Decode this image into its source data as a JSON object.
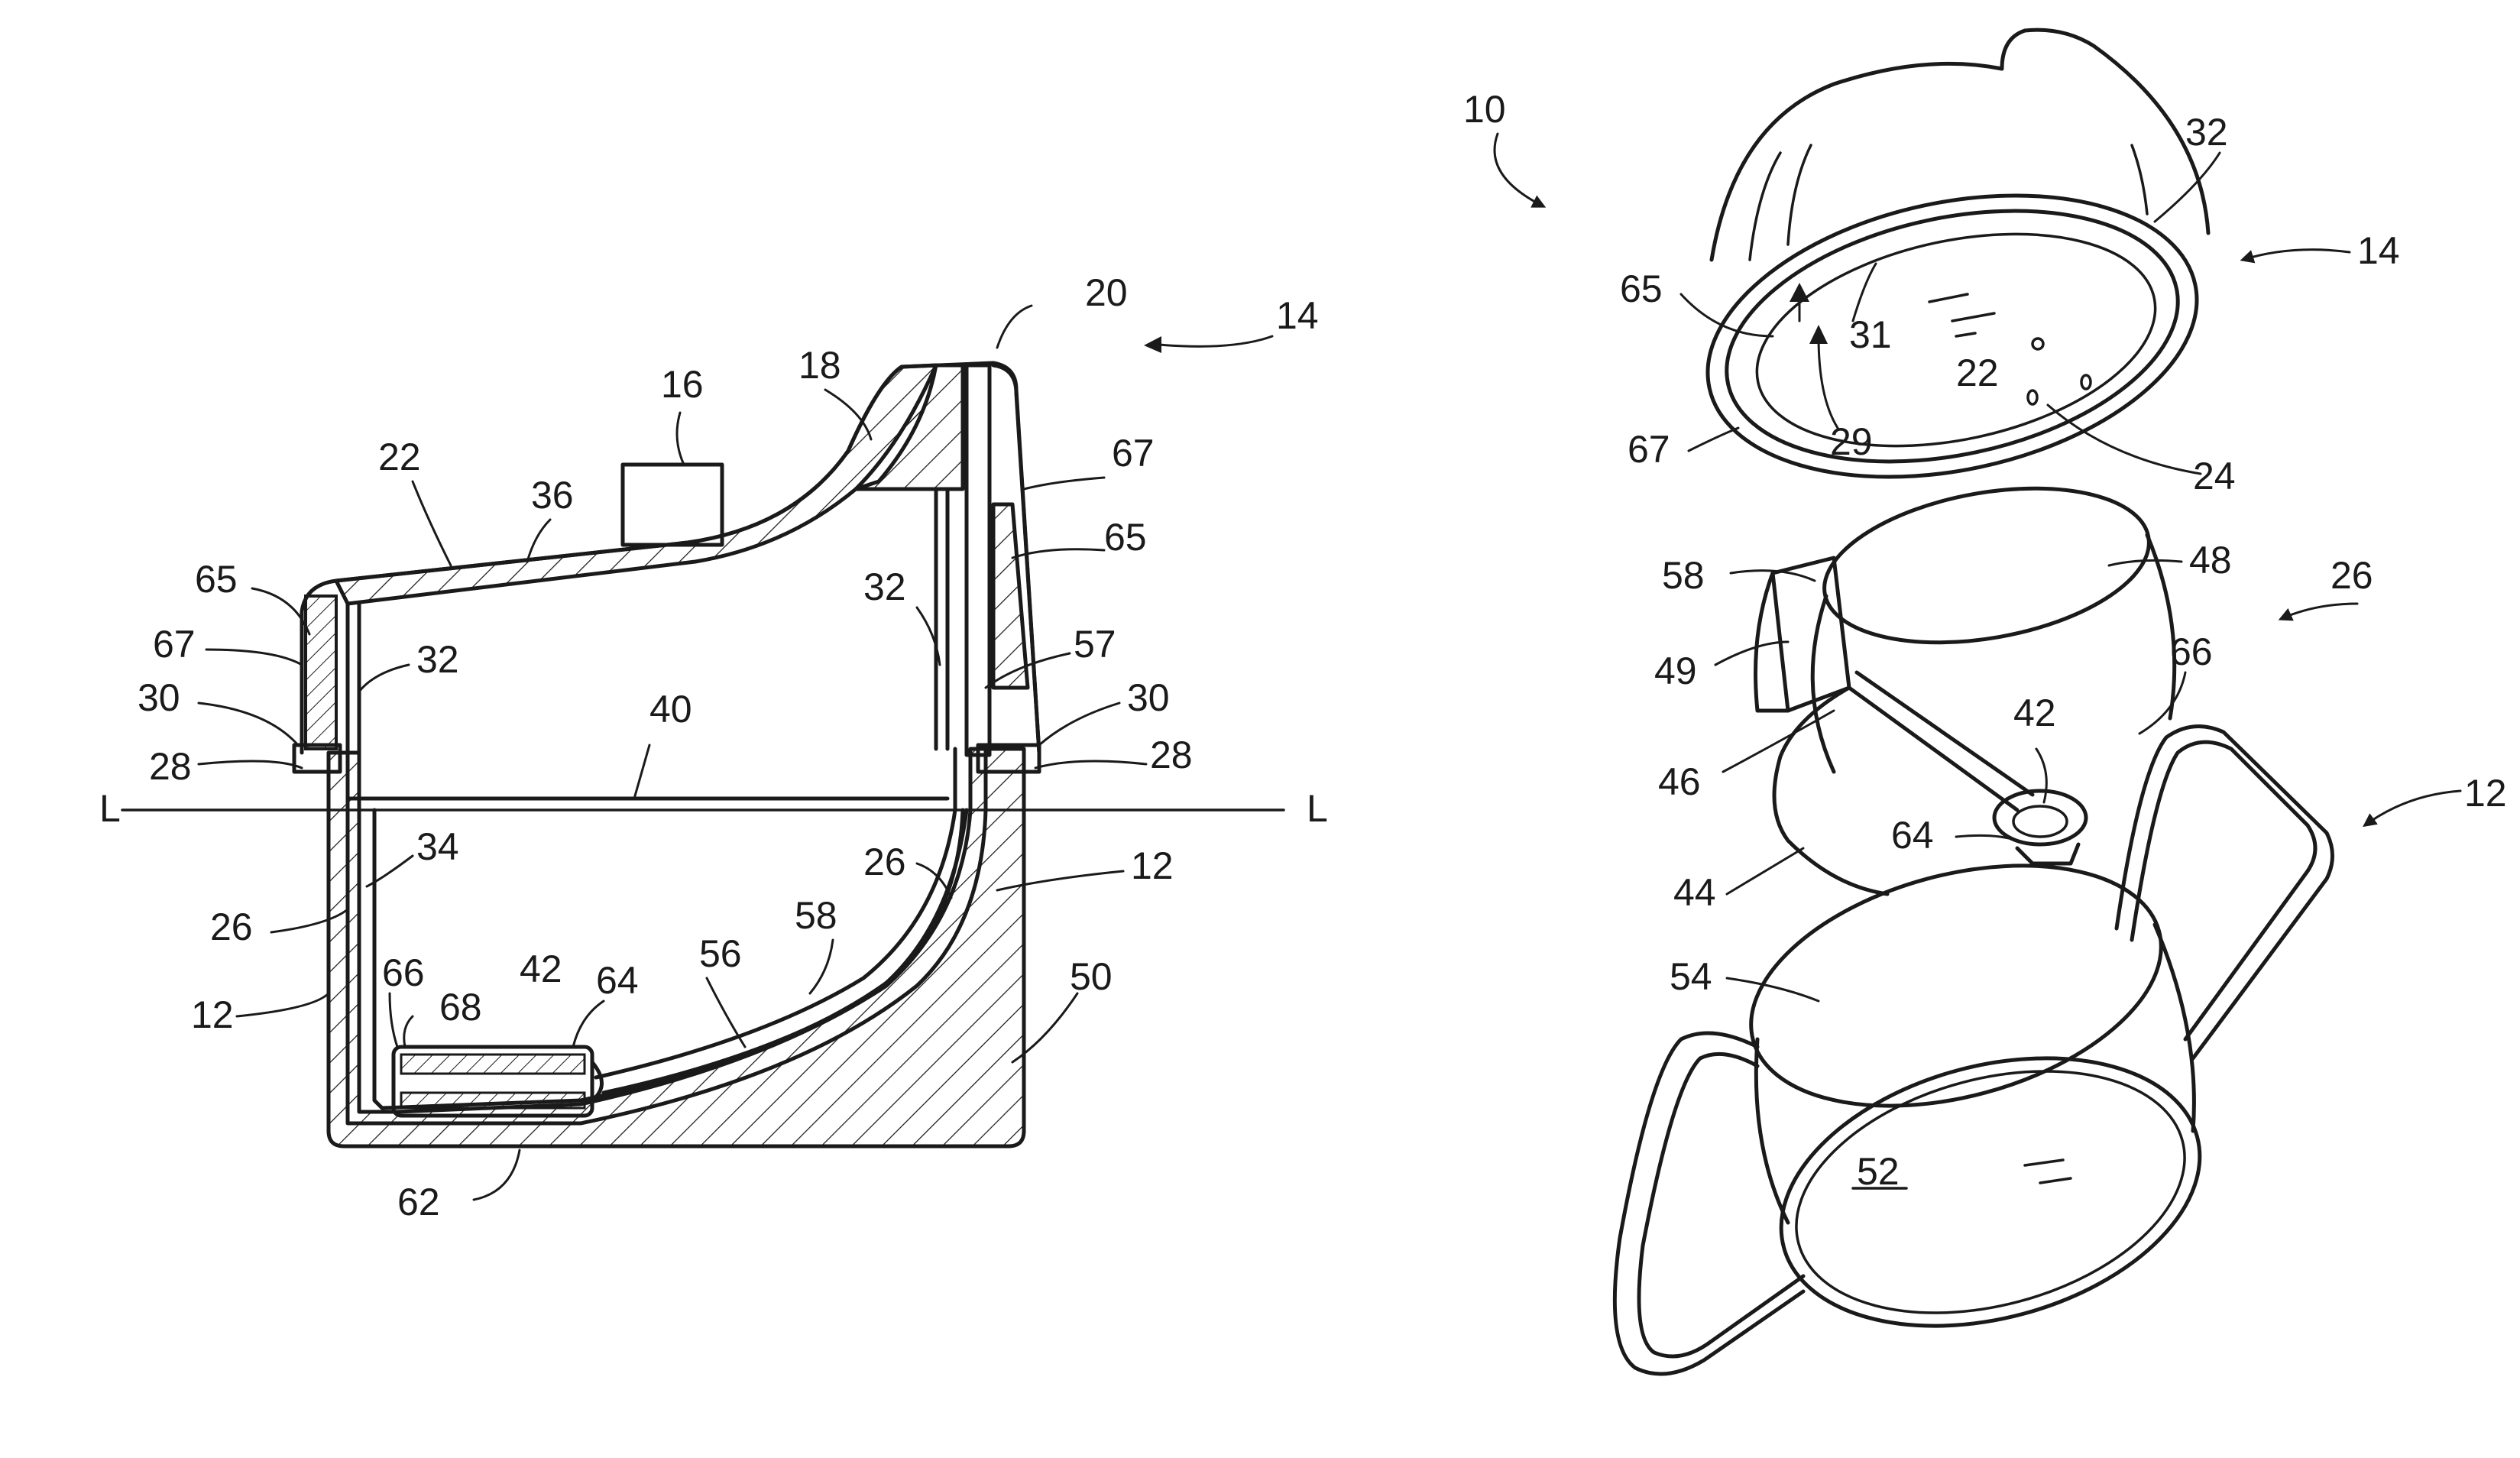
{
  "section_view": {
    "labels": {
      "n14": "14",
      "n20": "20",
      "n16": "16",
      "n18": "18",
      "n22": "22",
      "n36": "36",
      "n67r": "67",
      "n65l": "65",
      "n65r": "65",
      "n32r": "32",
      "n67l": "67",
      "n32l": "32",
      "n57": "57",
      "n30l": "30",
      "n30r": "30",
      "n40": "40",
      "n28l": "28",
      "n28r": "28",
      "axis_left": "L",
      "axis_right": "L",
      "n34": "34",
      "n26l": "26",
      "n26r": "26",
      "n12r": "12",
      "n58": "58",
      "n66": "66",
      "n42": "42",
      "n64": "64",
      "n56": "56",
      "n68": "68",
      "n12l": "12",
      "n50": "50",
      "n62": "62"
    }
  },
  "perspective_view": {
    "labels": {
      "n10": "10",
      "n32": "32",
      "n14": "14",
      "n65": "65",
      "n31": "31",
      "n22": "22",
      "n67": "67",
      "n29": "29",
      "n24": "24",
      "n58": "58",
      "n48": "48",
      "n26": "26",
      "n49": "49",
      "n66": "66",
      "n42": "42",
      "n46": "46",
      "n12": "12",
      "n64": "64",
      "n44": "44",
      "n54": "54",
      "n52": "52"
    }
  }
}
